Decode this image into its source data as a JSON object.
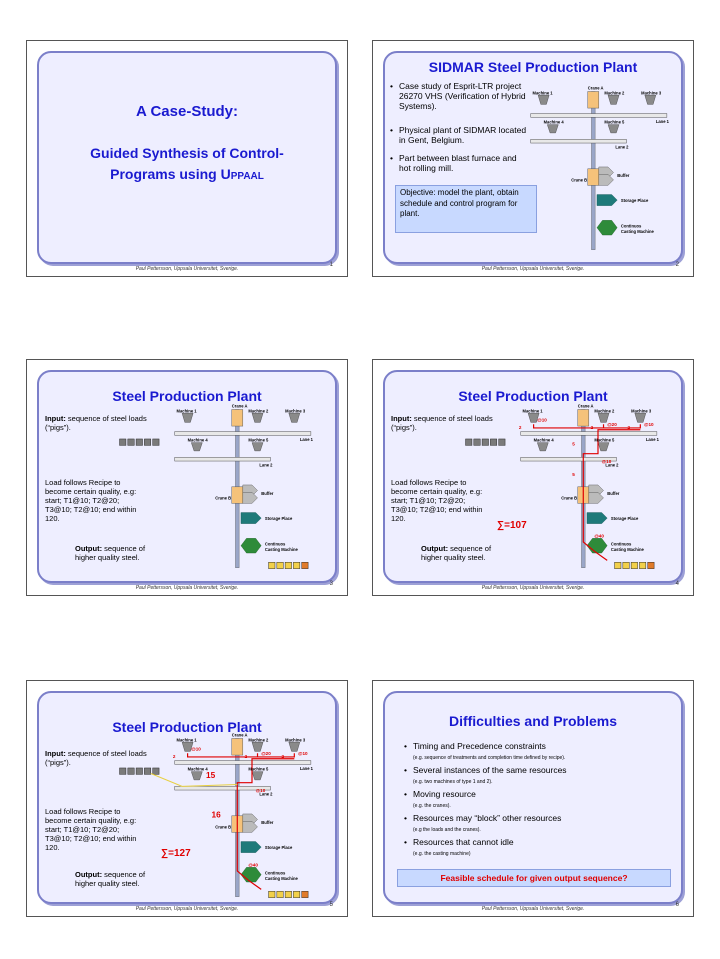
{
  "footer": "Paul Pettersson, Uppsala Universitet, Sverige.",
  "diagram": {
    "crane_a": "Crane A",
    "crane_b": "Crane B",
    "machine1": "Machine 1",
    "machine2": "Machine 2",
    "machine3": "Machine 3",
    "machine4": "Machine 4",
    "machine5": "Machine 5",
    "lane1": "Lane 1",
    "lane2": "Lane 2",
    "buffer": "Buffer",
    "storage": "Storage Place",
    "casting1": "Continuos",
    "casting2": "Casting Machine"
  },
  "slide1": {
    "number": "1",
    "line1": "A Case-Study:",
    "line2": "Guided Synthesis of Control-",
    "line3": "Programs using U",
    "line3_smallcaps": "PPAAL"
  },
  "slide2": {
    "number": "2",
    "title": "SIDMAR Steel Production Plant",
    "b1": "Case study of Esprit-LTR project 26270 VHS (Verification of Hybrid Systems).",
    "b2": "Physical plant of SIDMAR located in Gent, Belgium.",
    "b3": "Part between blast furnace and hot rolling mill.",
    "obj": "Objective: model the plant, obtain schedule and control program for plant."
  },
  "slide3": {
    "number": "3",
    "title": "Steel Production Plant",
    "input_label": "Input:",
    "input_text": "sequence of steel loads (“pigs”).",
    "recipe": "Load follows Recipe to become certain quality, e.g: start; T1@10; T2@20; T3@10; T2@10; end within 120.",
    "output_label": "Output:",
    "output_text": "sequence of higher quality steel."
  },
  "slide4": {
    "number": "4",
    "title": "Steel Production Plant",
    "sum": "∑=107",
    "t1": "@10",
    "t2": "@20",
    "t3": "@10",
    "t4": "@10",
    "t5": "@40",
    "n1": "2",
    "n2": "2",
    "n3": "2",
    "n4": "5",
    "n5": "5"
  },
  "slide5": {
    "number": "5",
    "title": "Steel Production Plant",
    "sum": "∑=127",
    "n15": "15",
    "n16": "16"
  },
  "slide6": {
    "number": "6",
    "title": "Difficulties and Problems",
    "b1": "Timing and Precedence constraints",
    "b1s": "(e.g. sequence of treatments and completion time defined by recipe).",
    "b2": "Several instances of the same resources",
    "b2s": "(e.g. two machines of type 1 and 2).",
    "b3": "Moving resource",
    "b3s": "(e.g. the cranes).",
    "b4": "Resources may “block” other resources",
    "b4s": "(e.g the loads and the cranes).",
    "b5": "Resources that cannot idle",
    "b5s": "(e.g. the casting machine)",
    "question": "Feasible schedule for given output sequence?"
  }
}
